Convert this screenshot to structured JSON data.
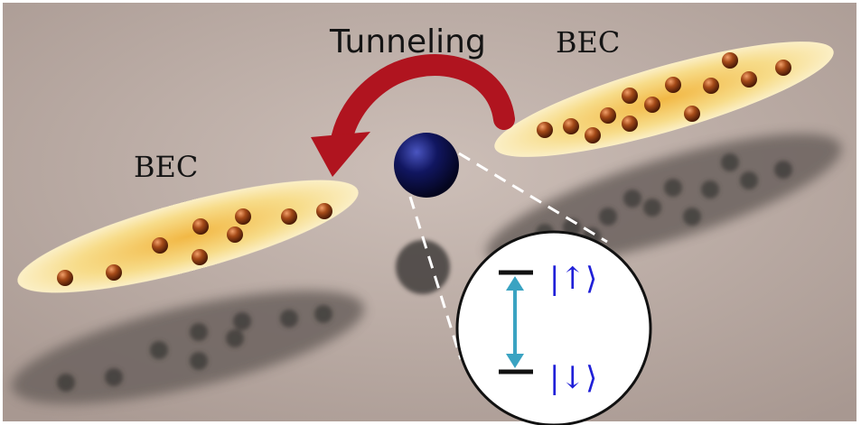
{
  "labels": {
    "tunneling": "Tunneling",
    "bec_left": "BEC",
    "bec_right": "BEC",
    "state_up": "|↑⟩",
    "state_down": "|↓⟩"
  },
  "colors": {
    "background": "#b3a39c",
    "condensate_glow": "#f7d77e",
    "atom": "#8a3a12",
    "impurity": "#0b0d4a",
    "tunneling_arrow": "#b0141f",
    "transition_arrow": "#3aa3c2",
    "state_text": "#2020d8",
    "shadow": "#3e3a38"
  },
  "icons": {
    "tunneling_arrow": "curved-arrow-icon",
    "impurity": "sphere-icon",
    "transition": "double-arrow-icon"
  }
}
